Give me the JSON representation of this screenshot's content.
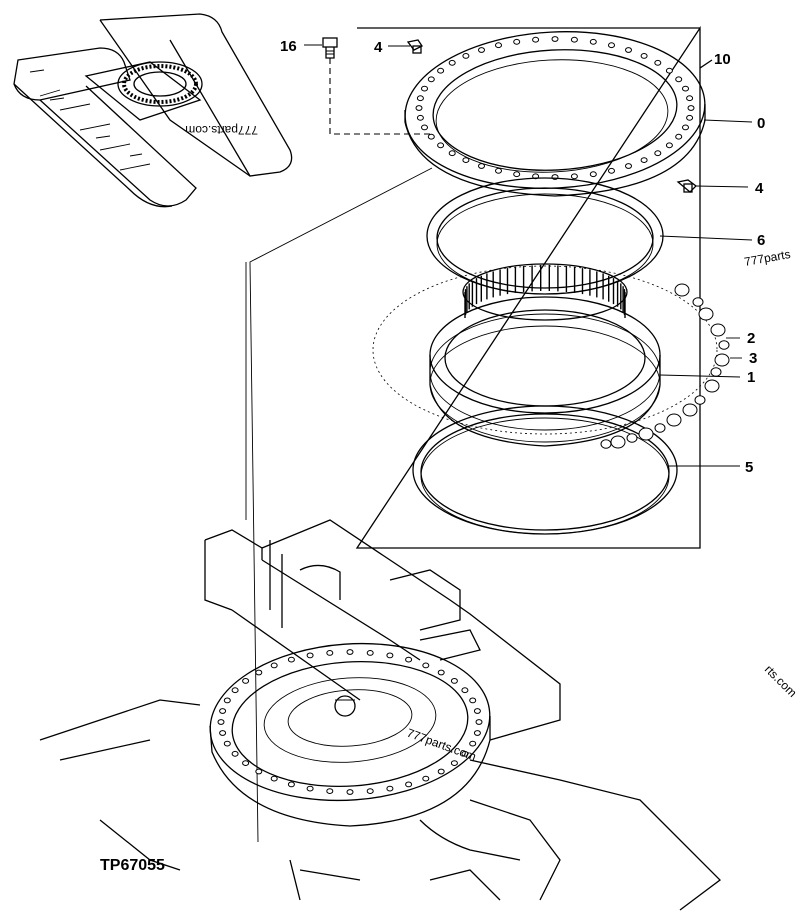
{
  "figure_id": "TP67055",
  "callouts": {
    "c16": "16",
    "c4a": "4",
    "c10": "10",
    "c0": "0",
    "c4b": "4",
    "c6": "6",
    "c2": "2",
    "c3": "3",
    "c1": "1",
    "c5": "5"
  },
  "watermarks": {
    "w1": "777parts.com",
    "w2": "777parts",
    "w3": "777parts.com",
    "w4": "rts.com"
  }
}
